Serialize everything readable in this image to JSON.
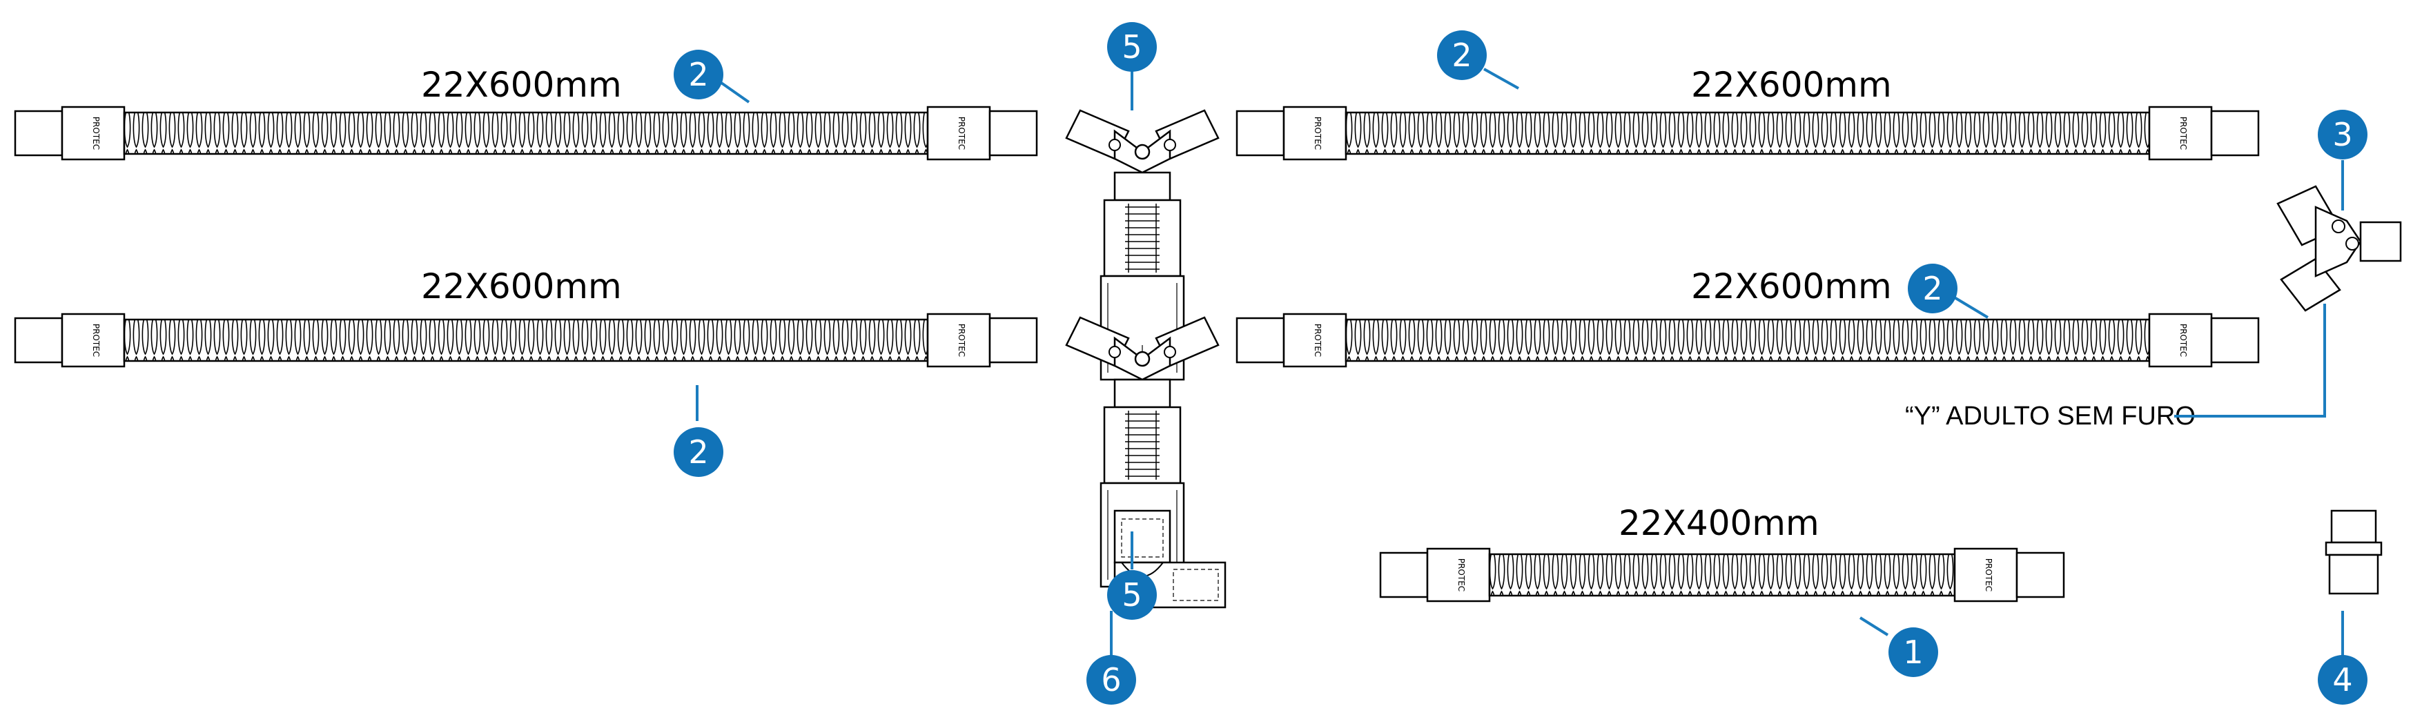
{
  "labels": {
    "tube_top_left": "22X600mm",
    "tube_top_right": "22X600mm",
    "tube_mid_left": "22X600mm",
    "tube_mid_right": "22X600mm",
    "tube_short": "22X400mm",
    "y_connector": "“Y” ADULTO SEM FURO"
  },
  "callouts": {
    "c1": "1",
    "c2_a": "2",
    "c2_b": "2",
    "c2_c": "2",
    "c2_d": "2",
    "c3": "3",
    "c4": "4",
    "c5_a": "5",
    "c5_b": "5",
    "c6": "6"
  },
  "cuff_text": "PROTEC",
  "colors": {
    "callout": "#1173b8",
    "line": "#1b7dbf",
    "ink": "#000000"
  }
}
